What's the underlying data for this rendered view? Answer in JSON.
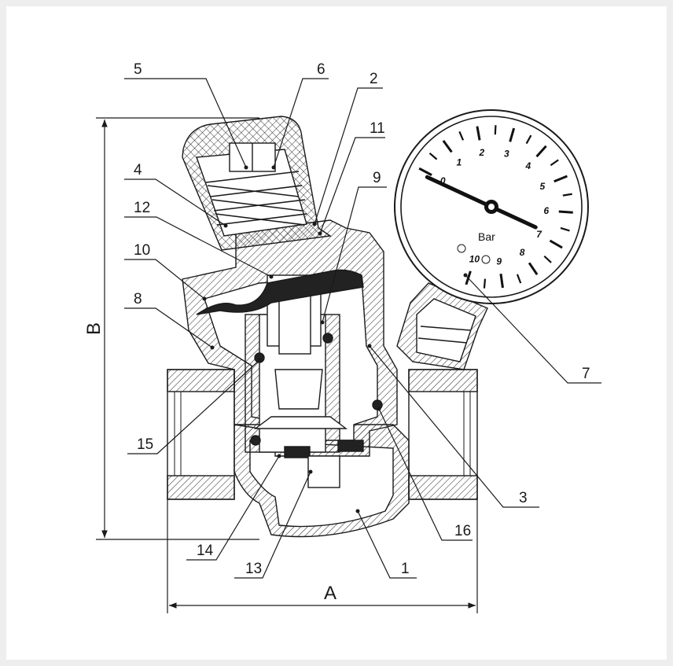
{
  "colors": {
    "background": "#eeeeef",
    "section_fill": "#ffffff",
    "line": "#1a1a1a"
  },
  "dimensions": {
    "width_label": "A",
    "height_label": "B"
  },
  "gauge": {
    "unit": "Bar",
    "scale": [
      "0",
      "1",
      "2",
      "3",
      "4",
      "5",
      "6",
      "7",
      "8",
      "9",
      "10"
    ],
    "needle_value": 6.8
  },
  "callouts": [
    "5",
    "6",
    "2",
    "11",
    "4",
    "9",
    "12",
    "10",
    "8",
    "15",
    "7",
    "3",
    "16",
    "14",
    "13",
    "1"
  ]
}
